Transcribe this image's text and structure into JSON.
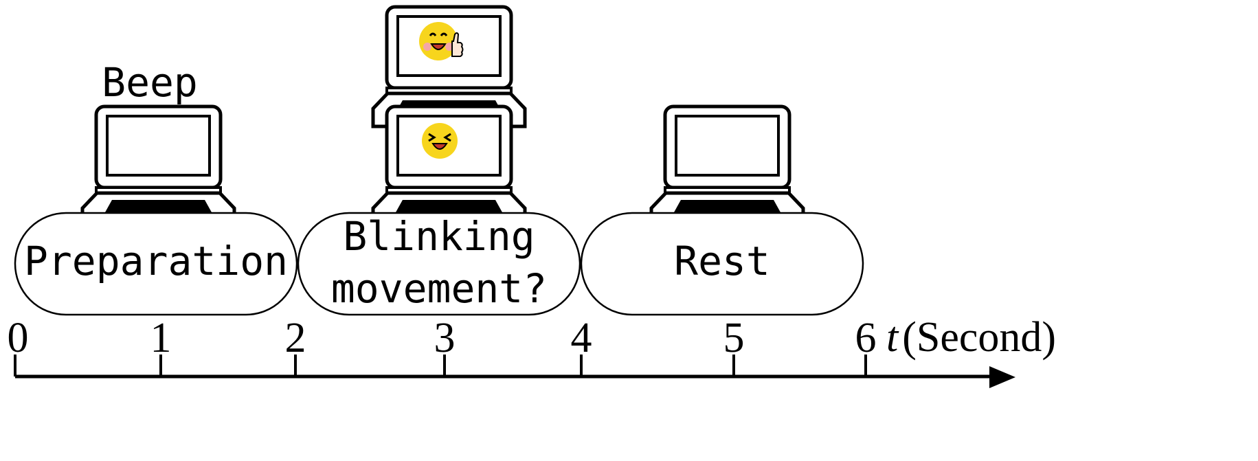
{
  "diagram": {
    "beep_label": "Beep",
    "phases": [
      {
        "label_lines": [
          "Preparation"
        ]
      },
      {
        "label_lines": [
          "Blinking",
          "movement?"
        ]
      },
      {
        "label_lines": [
          "Rest"
        ]
      }
    ],
    "axis": {
      "variable": "t",
      "unit_label": "(Second)",
      "ticks": [
        "0",
        "1",
        "2",
        "3",
        "4",
        "5",
        "6"
      ]
    },
    "icons": {
      "laptop": "laptop-icon",
      "face_winking": "laughing-face-icon",
      "face_thumbs_up": "smiling-face-thumbs-up-icon"
    },
    "colors": {
      "stroke": "#000000",
      "face_fill": "#f7d51d",
      "mouth": "#c0392b",
      "cheek": "#f4a6a6"
    }
  }
}
